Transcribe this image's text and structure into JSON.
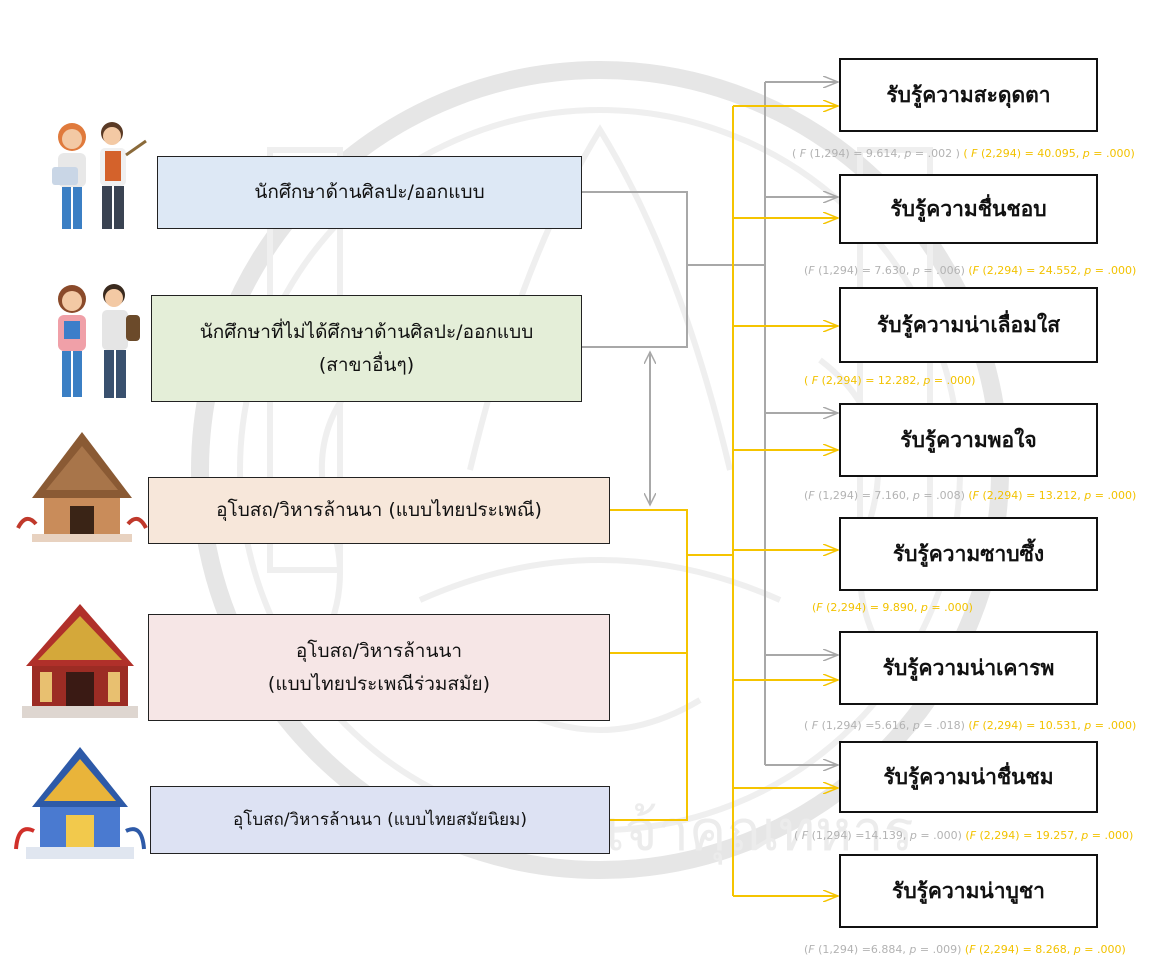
{
  "colors": {
    "gray_line": "#a8a8a8",
    "yellow_line": "#f5c400",
    "art_box": "#dde8f5",
    "nonart_box": "#e4eed8",
    "traditional_box": "#f7e7da",
    "contemporary_box": "#f6e6e6",
    "modern_box": "#dde2f3"
  },
  "groups": [
    {
      "line1": "นักศึกษาด้านศิลปะ/ออกแบบ",
      "line2": "",
      "icon": "art-students-icon"
    },
    {
      "line1": "นักศึกษาที่ไม่ได้ศึกษาด้านศิลปะ/ออกแบบ",
      "line2": "(สาขาอื่นๆ)",
      "icon": "other-students-icon"
    }
  ],
  "temples": [
    {
      "line1": "อุโบสถ/วิหารล้านนา  (แบบไทยประเพณี)",
      "line2": "",
      "icon": "traditional-temple-icon"
    },
    {
      "line1": "อุโบสถ/วิหารล้านนา",
      "line2": "(แบบไทยประเพณีร่วมสมัย)",
      "icon": "contemporary-temple-icon"
    },
    {
      "line1": "อุโบสถ/วิหารล้านนา (แบบไทยสมัยนิยม)",
      "line2": "",
      "icon": "modern-temple-icon"
    }
  ],
  "outcomes": [
    {
      "label": "รับรู้ความสะดุดตา",
      "gray": {
        "pre": "( ",
        "F": "F",
        "mid": " (1,294) = 9.614, ",
        "p": "p",
        "post": " = .002 )"
      },
      "yellow": {
        "pre": " ( ",
        "F": "F",
        "mid": " (2,294) = 40.095, ",
        "p": "p",
        "post": " = .000)"
      }
    },
    {
      "label": "รับรู้ความชื่นชอบ",
      "gray": {
        "pre": "(",
        "F": "F",
        "mid": " (1,294) = 7.630, ",
        "p": "p",
        "post": " = .006)"
      },
      "yellow": {
        "pre": " (",
        "F": "F",
        "mid": " (2,294) = 24.552, ",
        "p": "p",
        "post": " = .000)"
      }
    },
    {
      "label": "รับรู้ความน่าเลื่อมใส",
      "gray": null,
      "yellow": {
        "pre": "( ",
        "F": "F",
        "mid": " (2,294) = 12.282, ",
        "p": "p",
        "post": " = .000)"
      }
    },
    {
      "label": "รับรู้ความพอใจ",
      "gray": {
        "pre": "(",
        "F": "F",
        "mid": " (1,294) = 7.160, ",
        "p": "p",
        "post": " = .008)"
      },
      "yellow": {
        "pre": "  (",
        "F": "F",
        "mid": " (2,294) = 13.212, ",
        "p": "p",
        "post": " = .000)"
      }
    },
    {
      "label": "รับรู้ความซาบซึ้ง",
      "gray": null,
      "yellow": {
        "pre": "(",
        "F": "F",
        "mid": " (2,294) = 9.890, ",
        "p": "p",
        "post": " = .000)"
      }
    },
    {
      "label": "รับรู้ความน่าเคารพ",
      "gray": {
        "pre": "( ",
        "F": "F",
        "mid": " (1,294) =5.616, ",
        "p": "p",
        "post": " = .018)"
      },
      "yellow": {
        "pre": "  (",
        "F": "F",
        "mid": " (2,294) = 10.531, ",
        "p": "p",
        "post": " = .000)"
      }
    },
    {
      "label": "รับรู้ความน่าชื่นชม",
      "gray": {
        "pre": "( ",
        "F": "F",
        "mid": " (1,294) =14.139, ",
        "p": "p",
        "post": " = .000)"
      },
      "yellow": {
        "pre": "  (",
        "F": "F",
        "mid": " (2,294) = 19.257, ",
        "p": "p",
        "post": " = .000)"
      }
    },
    {
      "label": "รับรู้ความน่าบูชา",
      "gray": {
        "pre": "(",
        "F": "F",
        "mid": " (1,294) =6.884, ",
        "p": "p",
        "post": " = .009)"
      },
      "yellow": {
        "pre": "  (",
        "F": "F",
        "mid": " (2,294) = 8.268, ",
        "p": "p",
        "post": " = .000)"
      }
    }
  ],
  "watermark": {
    "text": "พระจอมเกล้าเจ้าคุณทหาร"
  }
}
